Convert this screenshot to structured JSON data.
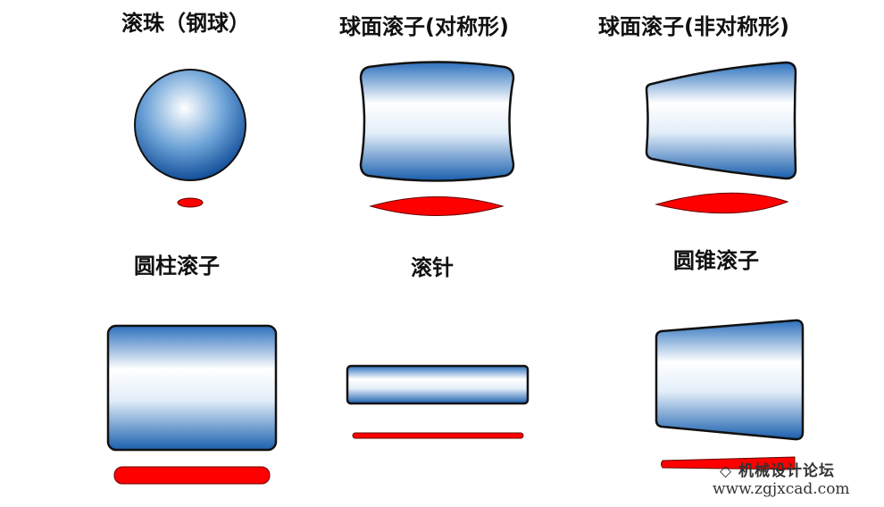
{
  "labels": {
    "ball": "滚珠（钢球）",
    "spherical_sym": "球面滚子(对称形)",
    "spherical_asym": "球面滚子(非对称形)",
    "cylindrical": "圆柱滚子",
    "needle": "滚针",
    "tapered": "圆锥滚子"
  },
  "watermark": {
    "logo": "◇ 机械设计论坛",
    "url": "www.zgjxcad.com"
  },
  "colors": {
    "body_dark": "#1a62b2",
    "body_light": "#ffffff",
    "contact": "#ff0000",
    "outline": "#111111"
  }
}
